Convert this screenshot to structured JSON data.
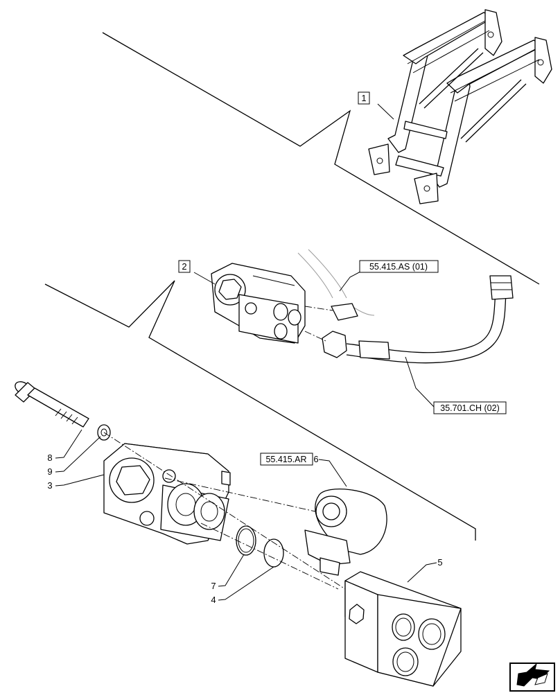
{
  "callouts": {
    "item_1": "1",
    "item_2": "2",
    "item_3": "3",
    "item_4": "4",
    "item_5": "5",
    "item_6": "6",
    "item_7": "7",
    "item_8": "8",
    "item_9": "9"
  },
  "references": {
    "ref_55415as": "55.415.AS (01)",
    "ref_35701ch": "35.701.CH (02)",
    "ref_55415ar": "55.415.AR"
  },
  "nav": {
    "icon": "next-page-arrow-icon"
  }
}
